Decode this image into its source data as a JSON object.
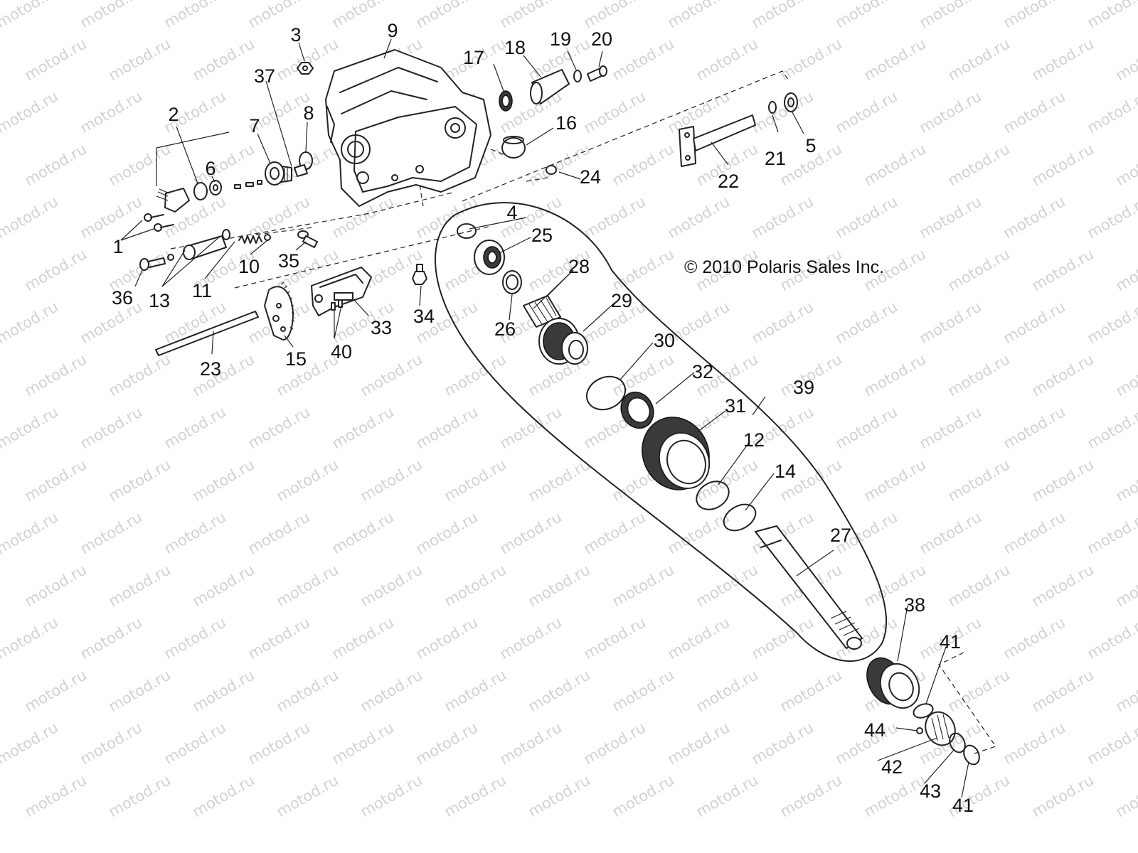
{
  "diagram": {
    "copyright": "© 2010 Polaris Sales Inc.",
    "watermark_text": "motod.ru",
    "callouts": [
      "1",
      "2",
      "3",
      "4",
      "5",
      "6",
      "7",
      "8",
      "9",
      "10",
      "11",
      "12",
      "13",
      "14",
      "15",
      "16",
      "17",
      "18",
      "19",
      "20",
      "21",
      "22",
      "23",
      "24",
      "25",
      "26",
      "27",
      "28",
      "29",
      "30",
      "31",
      "32",
      "33",
      "34",
      "35",
      "36",
      "37",
      "38",
      "39",
      "40",
      "41",
      "41",
      "42",
      "43",
      "44"
    ]
  }
}
